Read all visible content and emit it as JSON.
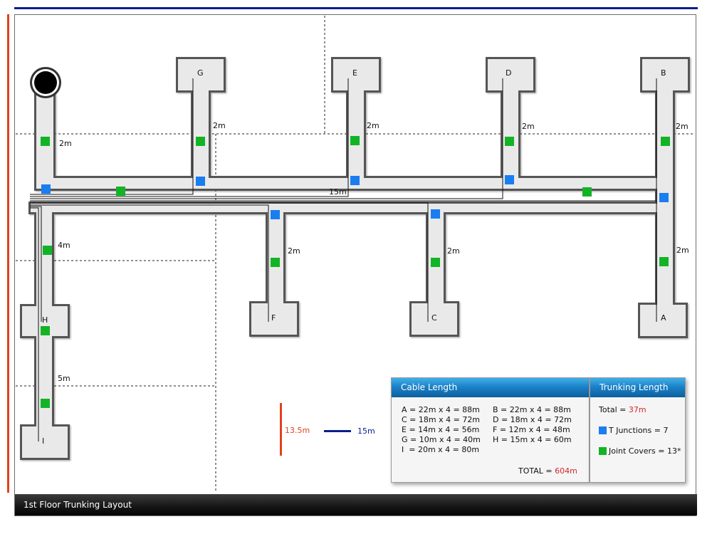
{
  "rooms": {
    "A": "A",
    "B": "B",
    "C": "C",
    "D": "D",
    "E": "E",
    "F": "F",
    "G": "G",
    "H": "H",
    "I": "I"
  },
  "dimensions": {
    "left_top": "2m",
    "g": "2m",
    "e": "2m",
    "d": "2m",
    "b": "2m",
    "main_run": "15m",
    "h_upper": "4m",
    "f": "2m",
    "c": "2m",
    "a": "2m",
    "h_lower": "5m"
  },
  "scale": {
    "vertical_label": "13.5m",
    "horizontal_label": "15m"
  },
  "cable_panel": {
    "title": "Cable Length",
    "rows": [
      [
        "A = 22m x 4 = 88m",
        "B = 22m x 4 = 88m"
      ],
      [
        "C = 18m x 4 = 72m",
        "D = 18m x 4 = 72m"
      ],
      [
        "E = 14m x 4 = 56m",
        "F = 12m x 4 = 48m"
      ],
      [
        "G = 10m x 4 = 40m",
        "H = 15m x 4 = 60m"
      ],
      [
        "I  = 20m x 4 = 80m",
        ""
      ]
    ],
    "total_label": "TOTAL = ",
    "total_value": "604m"
  },
  "trunking_panel": {
    "title": "Trunking Length",
    "total_label": "Total = ",
    "total_value": "37m",
    "t_junctions": "T Junctions = 7",
    "joint_covers": "Joint Covers = 13*"
  },
  "colors": {
    "t_junction": "#1a7df0",
    "joint_cover": "#12b425",
    "accent_red": "#d4262b",
    "scale_blue": "#0a1e8c",
    "scale_red": "#e2421c"
  },
  "footer": {
    "title": "1st Floor Trunking Layout"
  }
}
